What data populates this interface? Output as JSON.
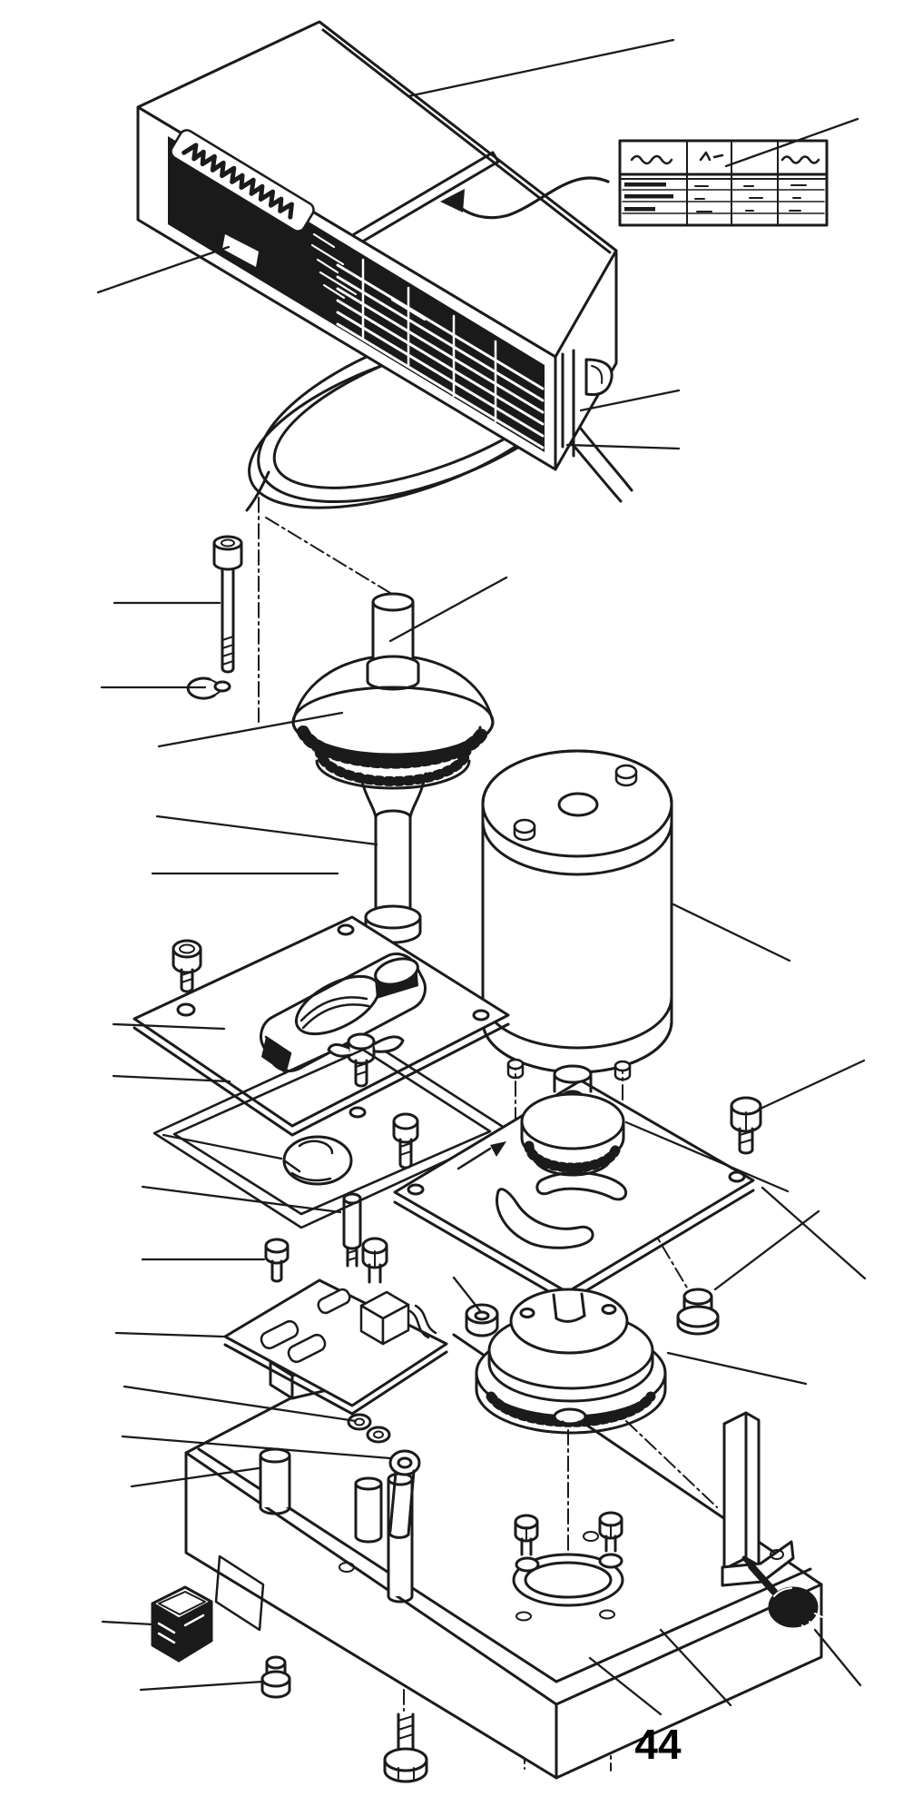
{
  "figure": {
    "type": "exploded-parts-diagram",
    "style": "black ink line art, scanned service-manual page",
    "page_number": "44",
    "colors": {
      "ink": "#1b1b1b",
      "paper": "#ffffff",
      "panel": "#1a1a1a"
    },
    "parts": [
      "cover",
      "front-label-panel",
      "brand-logo",
      "serial-number-label",
      "label-apply-arrow",
      "power-cord",
      "mounting-bolt",
      "lock-washer",
      "fan-assembly",
      "motor",
      "head-plate",
      "valve-plate",
      "gasket",
      "diaphragm",
      "mounting-plate",
      "eccentric-bearing",
      "flywheel-fan",
      "circuit-board",
      "terminal-block",
      "base-pan",
      "rubber-mounts",
      "ground-lug",
      "rocker-switch",
      "motor-clamp",
      "side-bracket",
      "thumbscrew",
      "foot-bolt",
      "base-bolt",
      "fasteners",
      "leader-lines"
    ]
  }
}
